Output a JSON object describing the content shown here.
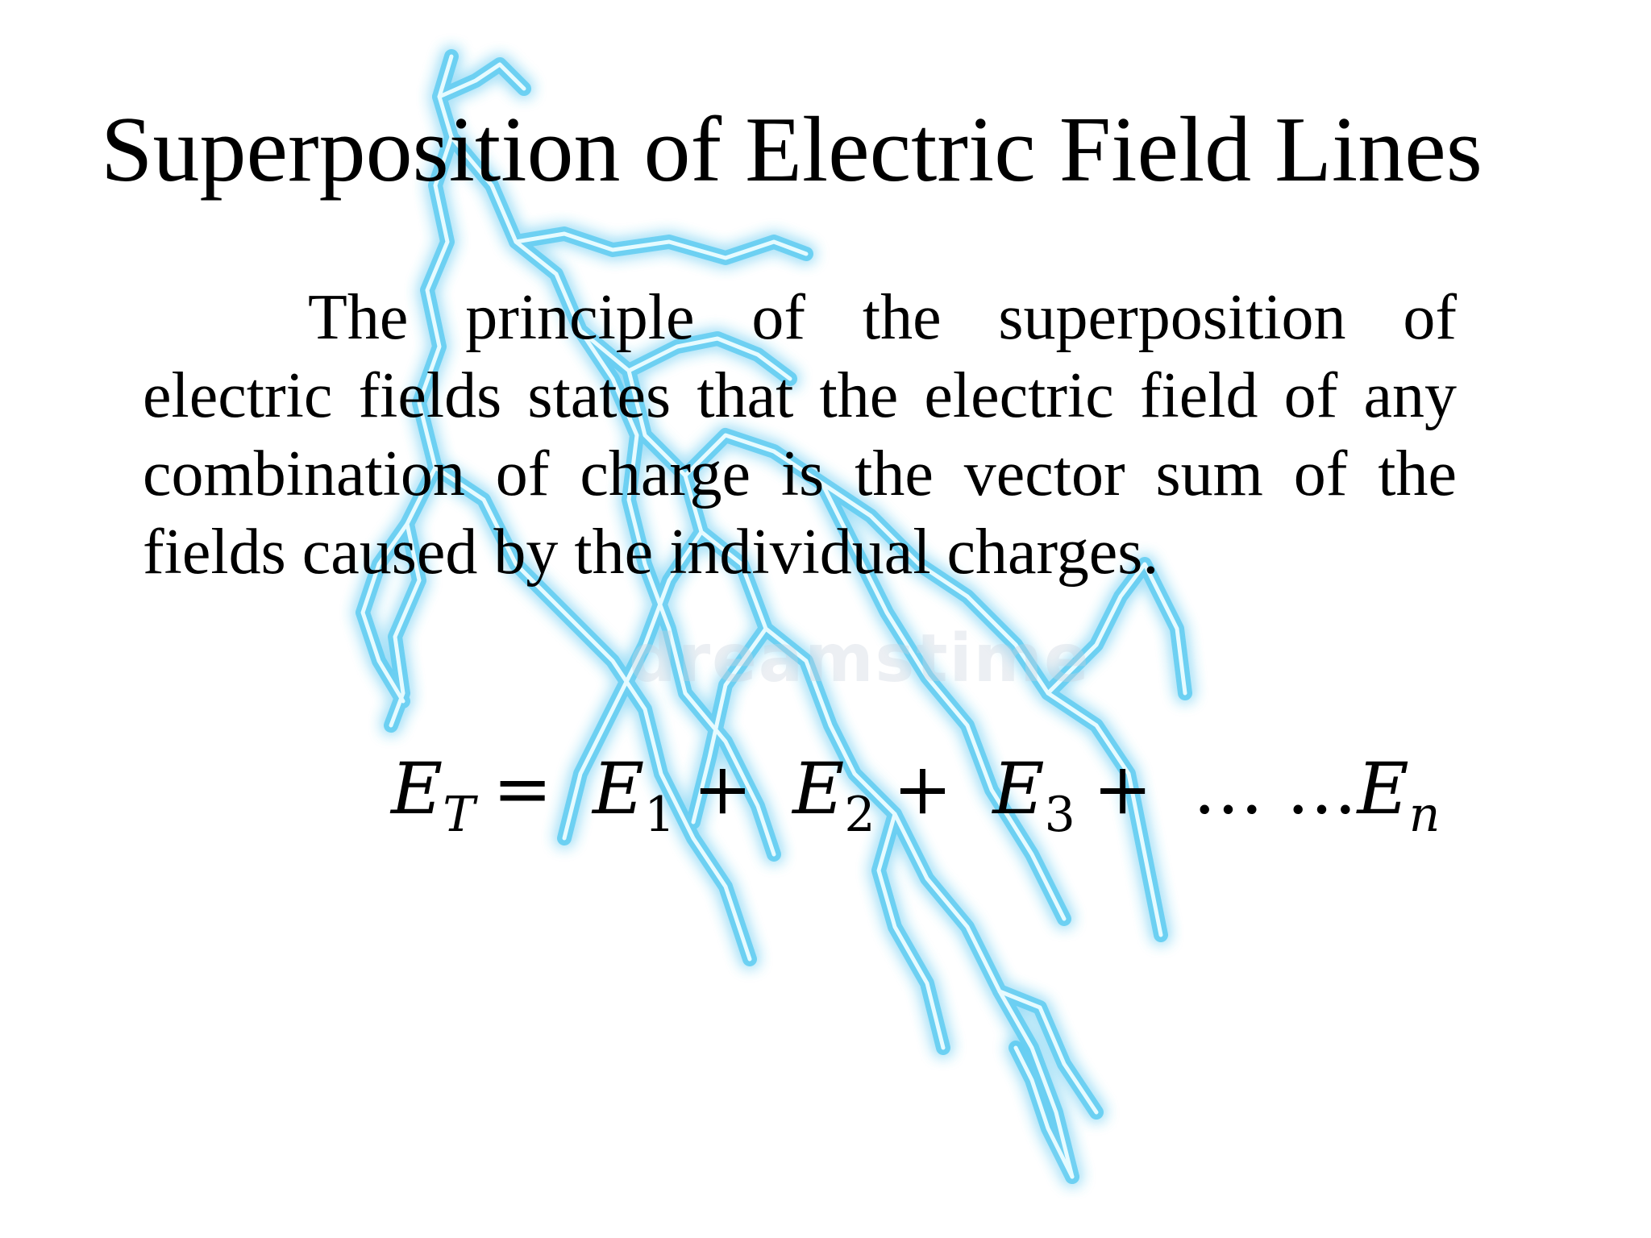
{
  "slide": {
    "title": "Superposition of Electric Field Lines",
    "body": "The principle of the superposition of electric fields states that the electric field of any combination of charge is the vector sum of the fields caused by the individual charges.",
    "watermark": "dreamstime",
    "equation": {
      "terms": [
        {
          "symbol": "E",
          "subscript": "T"
        },
        {
          "symbol": "E",
          "subscript": "1"
        },
        {
          "symbol": "E",
          "subscript": "2"
        },
        {
          "symbol": "E",
          "subscript": "3"
        },
        {
          "symbol": "E",
          "subscript": "n"
        }
      ],
      "equals": "=",
      "plus": "+",
      "ellipsis": "… …"
    }
  },
  "colors": {
    "lightning_core": "#e6fbff",
    "lightning_glow": "#4cc8f0",
    "text": "#000000",
    "background": "#ffffff"
  }
}
